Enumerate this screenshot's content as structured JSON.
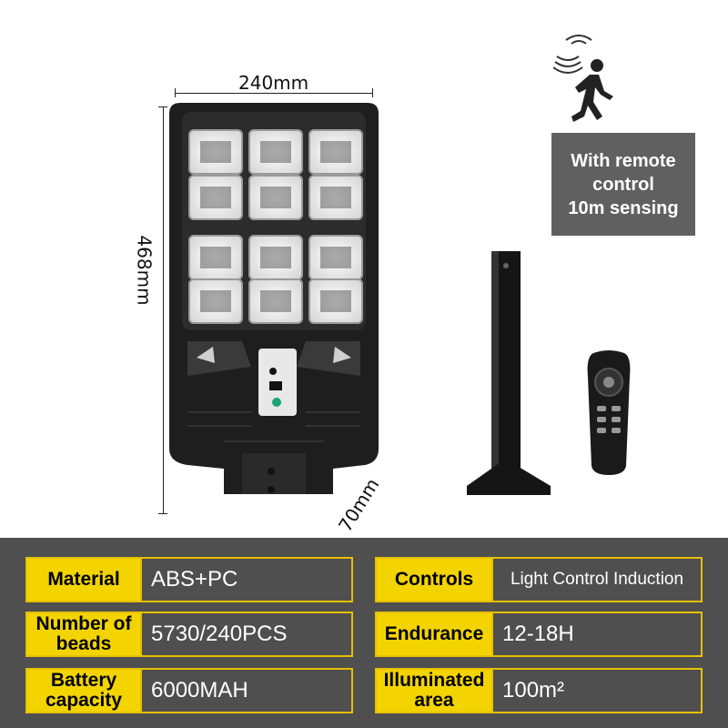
{
  "dimensions": {
    "width": "240mm",
    "height": "468mm",
    "depth": "70mm"
  },
  "info_box": {
    "line1": "With remote",
    "line2": "control",
    "line3": "10m sensing"
  },
  "icons": {
    "motion_sensor": "motion-sensor-person-icon"
  },
  "colors": {
    "label_bg": "#f3d400",
    "panel_bg": "#4f4f4f",
    "info_bg": "#606060"
  },
  "specs": {
    "left": [
      {
        "label": "Material",
        "value": "ABS+PC"
      },
      {
        "label": "Number of beads",
        "value": "5730/240PCS"
      },
      {
        "label": "Battery capacity",
        "value": "6000MAH"
      }
    ],
    "right": [
      {
        "label": "Controls",
        "value": "Light Control Induction"
      },
      {
        "label": "Endurance",
        "value": "12-18H"
      },
      {
        "label": "Illuminated area",
        "value": "100m²"
      }
    ]
  }
}
